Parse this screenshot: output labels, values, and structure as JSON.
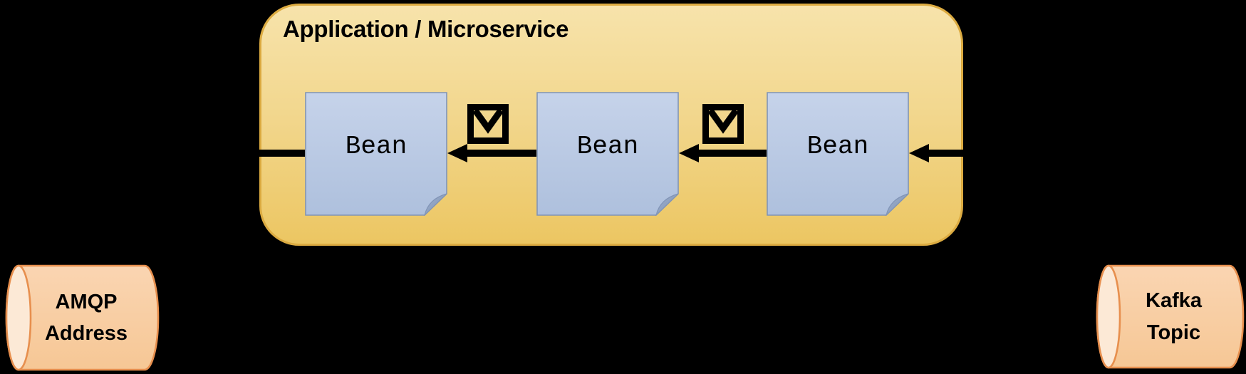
{
  "application": {
    "title": "Application / Microservice",
    "beans": [
      {
        "label": "Bean"
      },
      {
        "label": "Bean"
      },
      {
        "label": "Bean"
      }
    ]
  },
  "queues": {
    "amqp": {
      "line1": "AMQP",
      "line2": "Address"
    },
    "kafka": {
      "line1": "Kafka",
      "line2": "Topic"
    }
  },
  "icons": {
    "envelope": "✉ message-envelope",
    "arrow": "◀ left-flow-arrow"
  },
  "colors": {
    "background": "#000000",
    "container_fill_top": "#F7E3AB",
    "container_fill_bottom": "#ECC662",
    "container_border": "#DCAB41",
    "bean_fill_top": "#C6D3EA",
    "bean_fill_bottom": "#AEC0DD",
    "bean_border": "#8094B6",
    "bean_fold": "#8DA0BE",
    "cylinder_fill": "#F8CDA5",
    "cylinder_cap": "#FCE9D6",
    "cylinder_border": "#E78F4E",
    "connector": "#000000",
    "text": "#000000"
  }
}
